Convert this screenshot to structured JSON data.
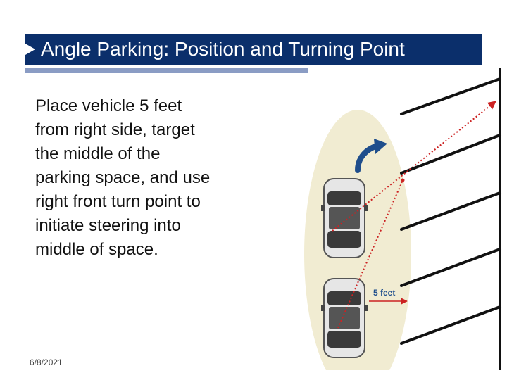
{
  "slide": {
    "title": "Angle Parking: Position and Turning Point",
    "body": "Place vehicle 5 feet from right side, target the middle of the parking space, and use right front turn point to initiate steering into middle of space.",
    "footer_date": "6/8/2021"
  },
  "diagram": {
    "measurement_label": "5 feet",
    "colors": {
      "title_background": "#0b2f6b",
      "underline": "#8a9cc4",
      "target_line": "#cc2222",
      "turn_arrow": "#1f4e8c",
      "vehicle_path": "#f1ecd2"
    }
  }
}
